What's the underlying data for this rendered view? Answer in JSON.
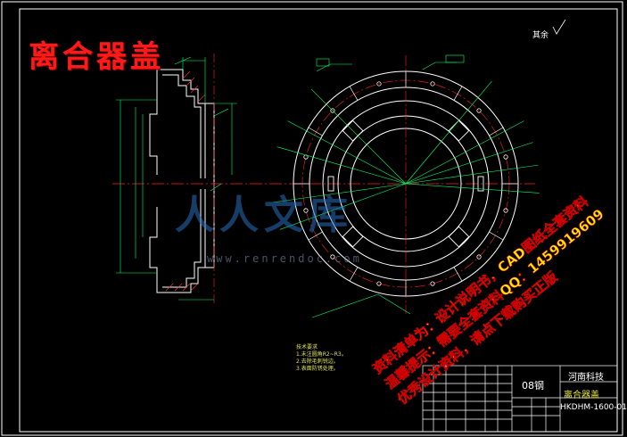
{
  "drawing": {
    "title": "离合器盖",
    "roughness_note": "其余",
    "material": "08钢",
    "company": "河南科技",
    "part_name": "离合器盖",
    "drawing_code": "HKDHM-1600-01",
    "colors": {
      "background": "#000000",
      "frame": "#ffffff",
      "outline": "#ffffff",
      "center_line": "#ff2020",
      "dimension": "#00ff66",
      "watermark_red": "#ff1a1a",
      "watermark_yellow": "#ffee00",
      "watermark_blue": "#2a6ebe"
    }
  },
  "technical_requirements": {
    "title": "技术要求",
    "lines": [
      "1.未注圆角R2~R3。",
      "2.去除毛刺锐边。",
      "3.表面防锈处理。"
    ]
  },
  "watermark": {
    "logo": "人人文库",
    "url": "www.renrendoc.com",
    "overlay_lines": [
      "资料清单为：设计说明书，CAD图纸全套资料",
      "温馨提示：需要全套资料QQ：1459919609",
      "优秀设计资料，请点下载购买正版"
    ]
  }
}
